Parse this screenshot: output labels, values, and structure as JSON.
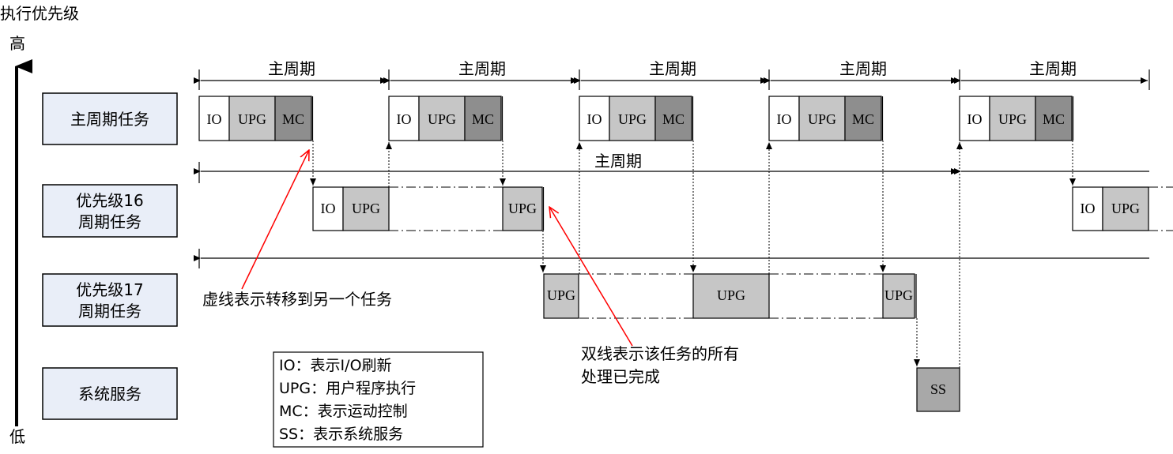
{
  "axis": {
    "title": "执行优先级",
    "high": "高",
    "low": "低"
  },
  "rows": [
    {
      "label_lines": [
        "主周期任务"
      ]
    },
    {
      "label_lines": [
        "优先级16",
        "周期任务"
      ]
    },
    {
      "label_lines": [
        "优先级17",
        "周期任务"
      ]
    },
    {
      "label_lines": [
        "系统服务"
      ]
    }
  ],
  "period_label": "主周期",
  "block_labels": {
    "io": "IO",
    "upg": "UPG",
    "mc": "MC",
    "ss": "SS"
  },
  "annotations": {
    "dashed": "虚线表示转移到另一个任务",
    "double_lines": [
      "双线表示该任务的所有",
      "处理已完成"
    ]
  },
  "legend": [
    "IO：表示I/O刷新",
    "UPG：用户程序执行",
    "MC：表示运动控制",
    "SS：表示系统服务"
  ],
  "colors": {
    "label_fill": "#e9eef8",
    "io_fill": "#ffffff",
    "upg_fill": "#c6c6c6",
    "mc_fill": "#8e8e8e",
    "annotation_arrow": "#ff0000"
  }
}
